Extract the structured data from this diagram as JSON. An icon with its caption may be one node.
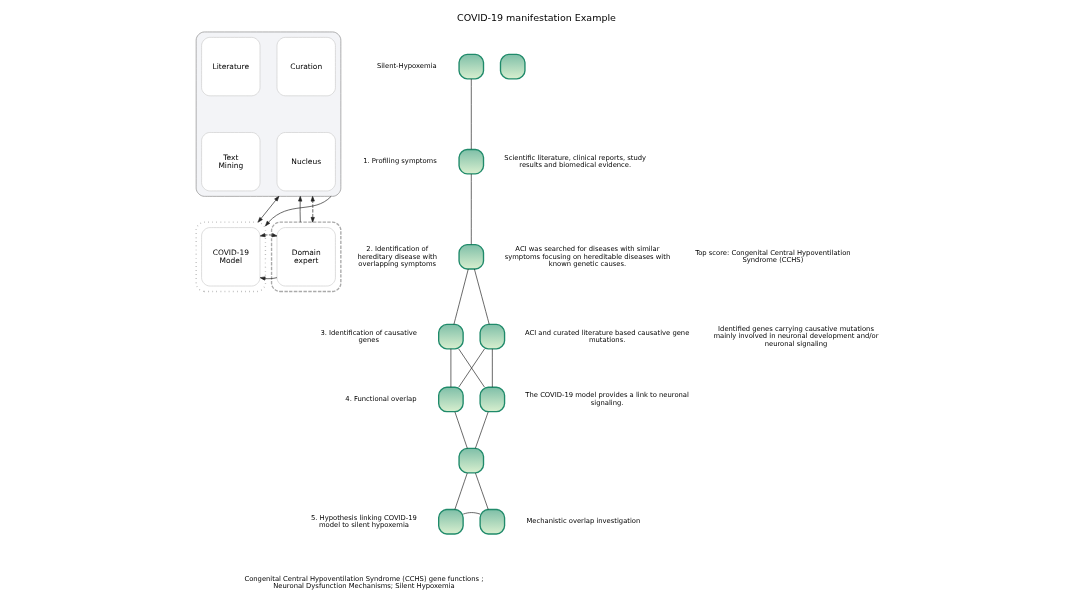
{
  "diagram": {
    "title": "COVID-19 manifestation Example",
    "nodes": [
      {
        "text": [],
        "shape": "box"
      },
      {
        "text": [
          "Literature"
        ],
        "in": 0
      },
      {
        "text": [
          "Curation"
        ],
        "in": 0
      },
      {
        "text": [
          "Text Mining"
        ],
        "in": 0
      },
      {
        "text": [
          "Nucleus"
        ],
        "in": 0
      },
      {
        "text": [],
        "shape": "box"
      },
      {
        "text": [
          "Domain expert"
        ],
        "in": 5
      },
      {
        "text": [],
        "shape": "box"
      },
      {
        "text": [
          "COVID-19 Model"
        ],
        "in": 7
      },
      {
        "text": [],
        "shape": "box"
      },
      {
        "text": [],
        "shape": "box"
      },
      {
        "text": [],
        "shape": "box"
      },
      {
        "text": [],
        "shape": "box"
      },
      {
        "text": [],
        "shape": "box"
      },
      {
        "text": [],
        "shape": "box"
      },
      {
        "text": [],
        "shape": "box"
      },
      {
        "text": [],
        "shape": "box"
      },
      {
        "text": [],
        "shape": "box"
      },
      {
        "text": [],
        "shape": "box"
      },
      {
        "text": [],
        "shape": "box"
      }
    ],
    "edges": [
      {
        "from": 5,
        "to": 0,
        "arrow": "to"
      },
      {
        "from": 5,
        "to": 0,
        "arrow": "both",
        "style": "dashed"
      },
      {
        "from": 0,
        "to": 7,
        "arrow": "both"
      },
      {
        "from": 0,
        "to": 7,
        "arrow": "to"
      },
      {
        "from": 6,
        "to": 8,
        "arrow": "to"
      },
      {
        "from": 6,
        "to": 8,
        "arrow": "both",
        "style": "dashed"
      },
      {
        "from": 9,
        "to": 11,
        "arrow": "none"
      },
      {
        "from": 11,
        "to": 12,
        "arrow": "none"
      },
      {
        "from": 12,
        "to": 13,
        "arrow": "none"
      },
      {
        "from": 12,
        "to": 14,
        "arrow": "none"
      },
      {
        "from": 13,
        "to": 15,
        "arrow": "none"
      },
      {
        "from": 13,
        "to": 16,
        "arrow": "none"
      },
      {
        "from": 14,
        "to": 15,
        "arrow": "none"
      },
      {
        "from": 14,
        "to": 16,
        "arrow": "none"
      },
      {
        "from": 15,
        "to": 17,
        "arrow": "none"
      },
      {
        "from": 16,
        "to": 17,
        "arrow": "none"
      },
      {
        "from": 17,
        "to": 18,
        "arrow": "none"
      },
      {
        "from": 17,
        "to": 19,
        "arrow": "none"
      },
      {
        "from": 18,
        "to": 19,
        "arrow": "none"
      }
    ],
    "labels": [
      "Silent-Hypoxemia",
      "1. Profiling symptoms",
      "Scientific literature, clinical reports, study results and biomedical evidence.",
      "2. Identification of hereditary disease with overlapping symptoms",
      "ACI was searched for diseases with similar symptoms focusing on hereditable diseases with known genetic causes.",
      "Top score: Congenital Central Hypoventilation Syndrome (CCHS)",
      "3. Identification of causative genes",
      "ACI and curated literature based causative gene mutations.",
      "Identified genes carrying causative mutations mainly involved in neuronal development and/or neuronal signaling",
      "4. Functional overlap",
      "The COVID-19 model provides a link to neuronal signaling.",
      "5. Hypothesis linking COVID-19 model to silent hypoxemia",
      "Mechanistic overlap investigation",
      "Congenital Central Hypoventilation Syndrome (CCHS) gene functions ; Neuronal Dysfunction Mechanisms; Silent Hypoxemia"
    ]
  }
}
